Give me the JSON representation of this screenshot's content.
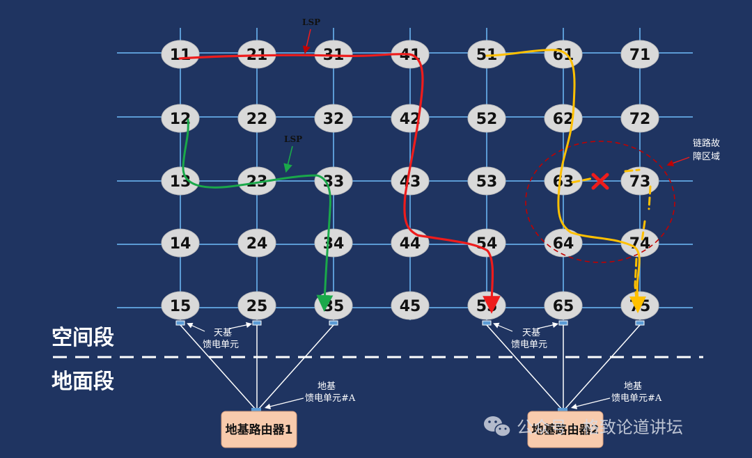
{
  "nodes": [
    [
      "11",
      "21",
      "31",
      "41",
      "51",
      "61",
      "71"
    ],
    [
      "12",
      "22",
      "32",
      "42",
      "52",
      "62",
      "72"
    ],
    [
      "13",
      "23",
      "33",
      "43",
      "53",
      "63",
      "73"
    ],
    [
      "14",
      "24",
      "34",
      "44",
      "54",
      "64",
      "74"
    ],
    [
      "15",
      "25",
      "35",
      "45",
      "55",
      "65",
      "75"
    ]
  ],
  "lsp_labels": [
    "LSP",
    "LSP"
  ],
  "fault_region_label": [
    "链路故",
    "障区域"
  ],
  "space_feed_label": [
    "天基",
    "馈电单元"
  ],
  "ground_feed_label": [
    "地基",
    "馈电单元#A"
  ],
  "segments": {
    "space": "空间段",
    "ground": "地面段"
  },
  "routers": [
    "地基路由器1",
    "地基路由器2"
  ],
  "watermark": "公众号 · 格致论道讲坛",
  "colors": {
    "background": "#1f3461",
    "grid": "#5b9bd5",
    "node_fill": "#d9d9d9",
    "red_path": "#ee1c1c",
    "green_path": "#1aa84a",
    "yellow_path": "#ffc000",
    "fault_circle": "#c00000",
    "router_fill": "#f8cbad"
  }
}
